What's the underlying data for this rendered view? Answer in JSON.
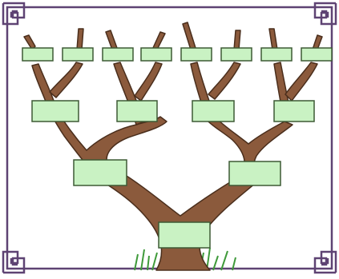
{
  "title": "",
  "colors": {
    "frame": "#5e4373",
    "bark": "#8b5a3c",
    "bark_dark": "#4a2e1c",
    "box_fill": "#c9f2c3",
    "box_border": "#3d5a35",
    "grass": "#3f9a3a"
  },
  "family_tree": {
    "generations": [
      {
        "level": "root",
        "boxes": [
          ""
        ]
      },
      {
        "level": "parents",
        "boxes": [
          "",
          ""
        ]
      },
      {
        "level": "grandparents",
        "boxes": [
          "",
          "",
          "",
          ""
        ]
      },
      {
        "level": "great-grandparents",
        "boxes": [
          "",
          "",
          "",
          "",
          "",
          "",
          "",
          ""
        ]
      }
    ]
  }
}
